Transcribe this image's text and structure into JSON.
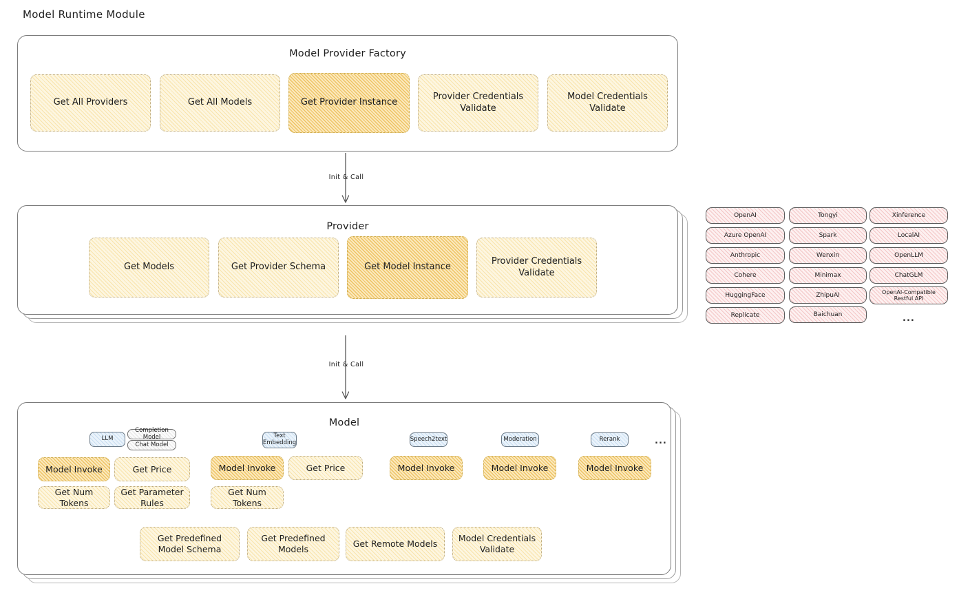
{
  "page": {
    "title": "Model Runtime Module"
  },
  "arrows": [
    {
      "label": "Init & Call"
    },
    {
      "label": "Init & Call"
    }
  ],
  "factory": {
    "title": "Model Provider Factory",
    "items": [
      {
        "label": "Get All Providers",
        "highlight": false
      },
      {
        "label": "Get All Models",
        "highlight": false
      },
      {
        "label": "Get Provider Instance",
        "highlight": true
      },
      {
        "label": "Provider Credentials Validate",
        "highlight": false
      },
      {
        "label": "Model Credentials Validate",
        "highlight": false
      }
    ]
  },
  "provider": {
    "title": "Provider",
    "items": [
      {
        "label": "Get Models",
        "highlight": false
      },
      {
        "label": "Get Provider Schema",
        "highlight": false
      },
      {
        "label": "Get Model Instance",
        "highlight": true
      },
      {
        "label": "Provider Credentials Validate",
        "highlight": false
      }
    ]
  },
  "provider_list": {
    "columns": [
      {
        "items": [
          "OpenAI",
          "Azure OpenAI",
          "Anthropic",
          "Cohere",
          "HuggingFace",
          "Replicate"
        ]
      },
      {
        "items": [
          "Tongyi",
          "Spark",
          "Wenxin",
          "Minimax",
          "ZhipuAI",
          "Baichuan"
        ]
      },
      {
        "items": [
          "Xinference",
          "LocalAI",
          "OpenLLM",
          "ChatGLM",
          "OpenAI-Compatible Restful API"
        ]
      }
    ],
    "more": "..."
  },
  "model": {
    "title": "Model",
    "more": "...",
    "types": [
      {
        "badge": "LLM",
        "sub_badges": [
          "Completion Model",
          "Chat Model"
        ],
        "methods": [
          "Model Invoke",
          "Get Price",
          "Get Num Tokens",
          "Get Parameter Rules"
        ]
      },
      {
        "badge": "Text Embedding",
        "sub_badges": [],
        "methods": [
          "Model Invoke",
          "Get Price",
          "Get Num Tokens"
        ]
      },
      {
        "badge": "Speech2text",
        "sub_badges": [],
        "methods": [
          "Model Invoke"
        ]
      },
      {
        "badge": "Moderation",
        "sub_badges": [],
        "methods": [
          "Model Invoke"
        ]
      },
      {
        "badge": "Rerank",
        "sub_badges": [],
        "methods": [
          "Model Invoke"
        ]
      }
    ],
    "common": [
      "Get Predefined Model Schema",
      "Get Predefined Models",
      "Get Remote Models",
      "Model Credentials Validate"
    ]
  },
  "colors": {
    "box_fill": "#fdf6e0",
    "box_highlight": "#fbe9bd",
    "chip_fill": "#fdf0f0",
    "badge_fill": "#eaf3fb",
    "stroke": "#7b7b7b",
    "text": "#1e1e1e"
  }
}
